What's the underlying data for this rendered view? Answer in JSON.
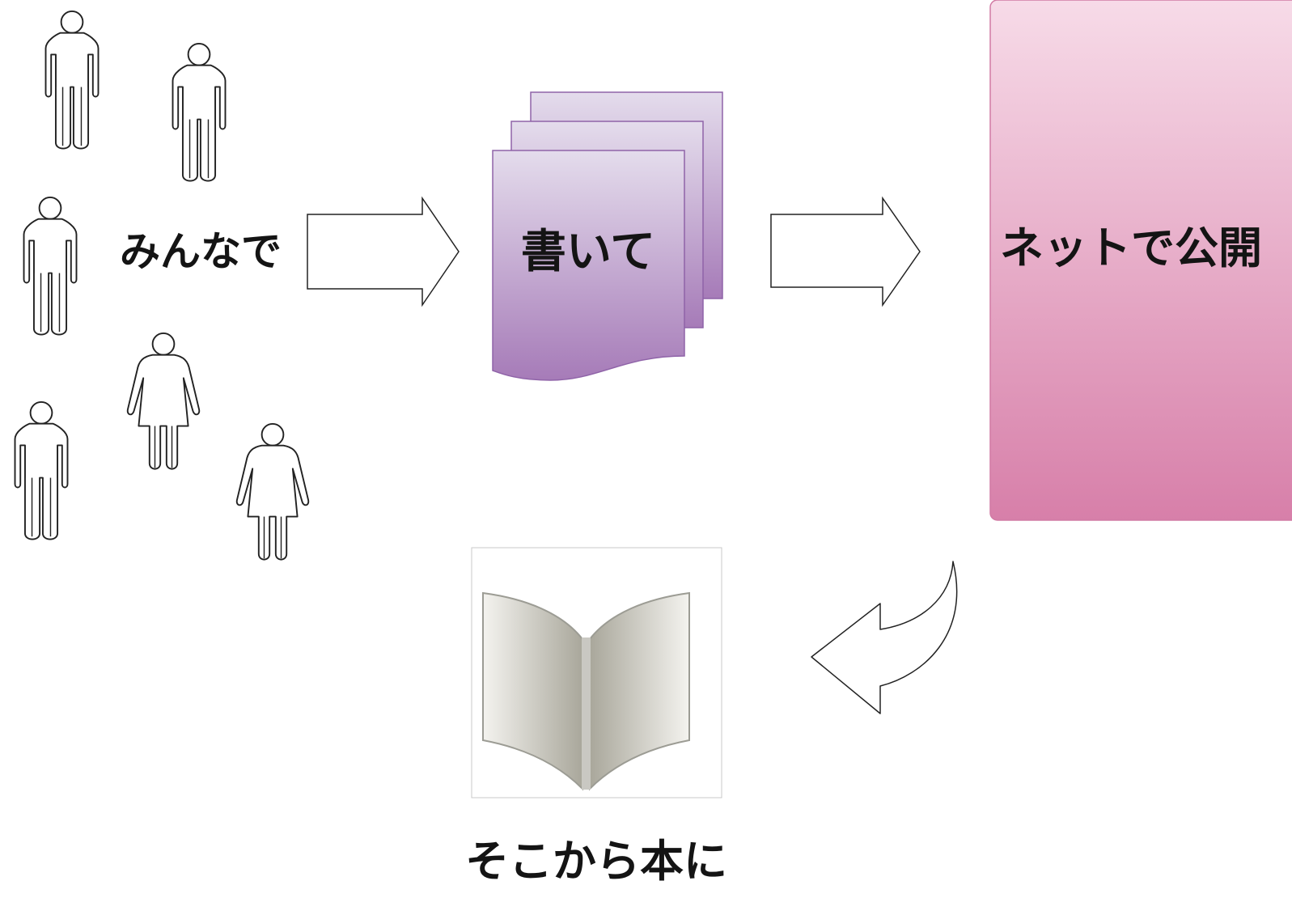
{
  "diagram": {
    "step_people": "みんなで",
    "step_write": "書いて",
    "step_publish": "ネットで公開",
    "step_book": "そこから本に"
  },
  "people": [
    {
      "kind": "male"
    },
    {
      "kind": "male"
    },
    {
      "kind": "male"
    },
    {
      "kind": "male"
    },
    {
      "kind": "female"
    },
    {
      "kind": "female"
    }
  ],
  "colors": {
    "doc_top": "#e4dcec",
    "doc_bottom": "#a67bb8",
    "doc_stroke": "#8f63a8",
    "panel_top": "#f7dbe8",
    "panel_bottom": "#d77fa9",
    "panel_stroke": "#d17aa4",
    "outline": "#222222"
  }
}
